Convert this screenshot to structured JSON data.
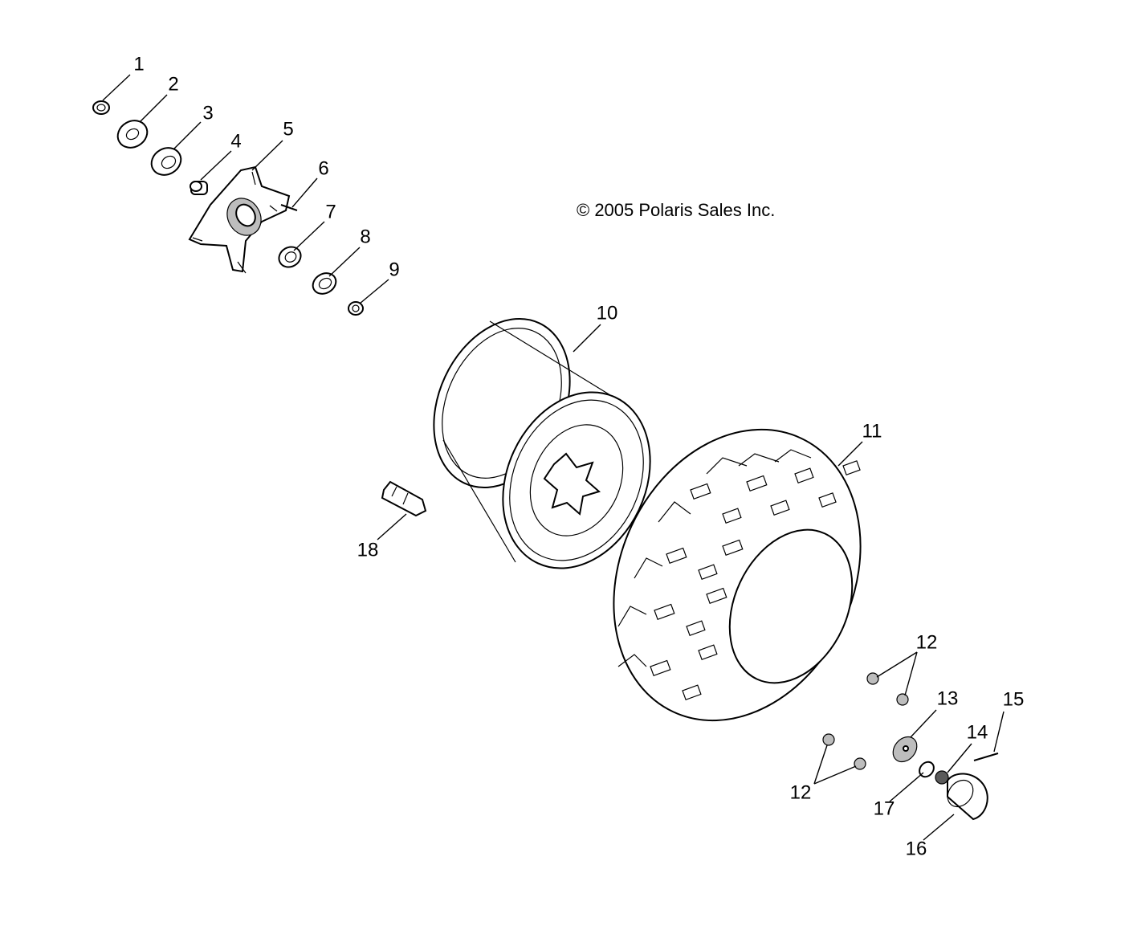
{
  "copyright": "© 2005 Polaris Sales Inc.",
  "callouts": [
    {
      "id": "1",
      "label": "1"
    },
    {
      "id": "2",
      "label": "2"
    },
    {
      "id": "3",
      "label": "3"
    },
    {
      "id": "4",
      "label": "4"
    },
    {
      "id": "5",
      "label": "5"
    },
    {
      "id": "6",
      "label": "6"
    },
    {
      "id": "7",
      "label": "7"
    },
    {
      "id": "8",
      "label": "8"
    },
    {
      "id": "9",
      "label": "9"
    },
    {
      "id": "10",
      "label": "10"
    },
    {
      "id": "11",
      "label": "11"
    },
    {
      "id": "12a",
      "label": "12"
    },
    {
      "id": "12b",
      "label": "12"
    },
    {
      "id": "13",
      "label": "13"
    },
    {
      "id": "14",
      "label": "14"
    },
    {
      "id": "15",
      "label": "15"
    },
    {
      "id": "16",
      "label": "16"
    },
    {
      "id": "17",
      "label": "17"
    },
    {
      "id": "18",
      "label": "18"
    }
  ]
}
